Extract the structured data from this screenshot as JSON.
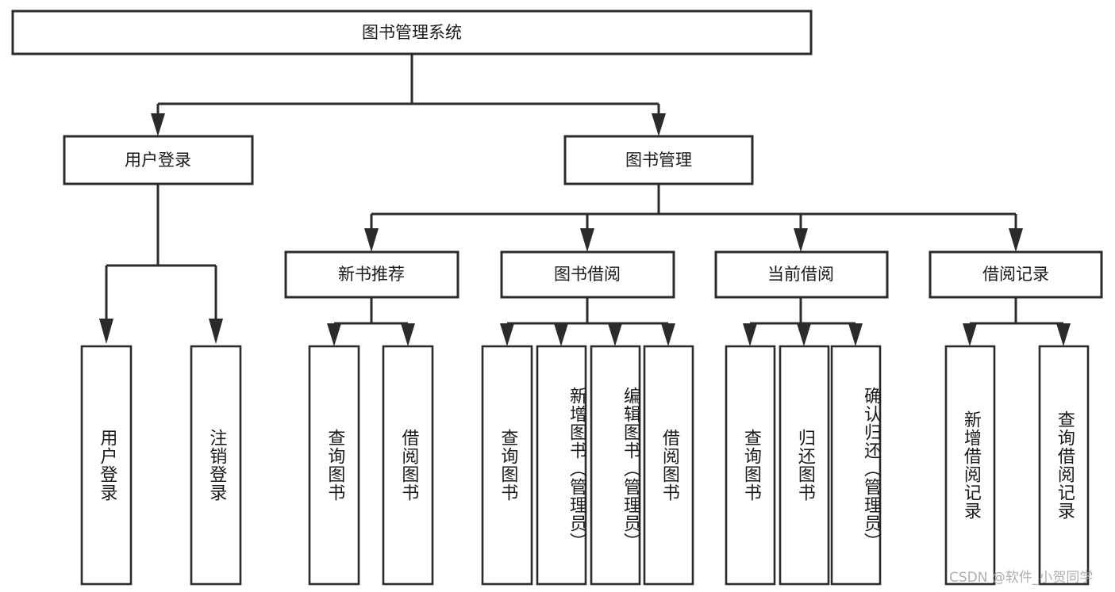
{
  "diagram": {
    "title_node": {
      "label": "图书管理系统"
    },
    "level1": [
      {
        "id": "user-login",
        "label": "用户登录"
      },
      {
        "id": "book-management",
        "label": "图书管理"
      }
    ],
    "level2": [
      {
        "id": "new-book-recommend",
        "label": "新书推荐",
        "parent": "book-management"
      },
      {
        "id": "book-borrow",
        "label": "图书借阅",
        "parent": "book-management"
      },
      {
        "id": "current-borrow",
        "label": "当前借阅",
        "parent": "book-management"
      },
      {
        "id": "borrow-record",
        "label": "借阅记录",
        "parent": "book-management"
      }
    ],
    "leaves": [
      {
        "id": "leaf-user-login",
        "label": "用户登录",
        "parent": "user-login"
      },
      {
        "id": "leaf-logout-login",
        "label": "注销登录",
        "parent": "user-login"
      },
      {
        "id": "leaf-query-book-1",
        "label": "查询图书",
        "parent": "new-book-recommend"
      },
      {
        "id": "leaf-borrow-book-1",
        "label": "借阅图书",
        "parent": "new-book-recommend"
      },
      {
        "id": "leaf-query-book-2",
        "label": "查询图书",
        "parent": "book-borrow"
      },
      {
        "id": "leaf-add-book",
        "label": "新增图书（管理员）",
        "parent": "book-borrow"
      },
      {
        "id": "leaf-edit-book",
        "label": "编辑图书（管理员）",
        "parent": "book-borrow"
      },
      {
        "id": "leaf-borrow-book-2",
        "label": "借阅图书",
        "parent": "book-borrow"
      },
      {
        "id": "leaf-query-book-3",
        "label": "查询图书",
        "parent": "current-borrow"
      },
      {
        "id": "leaf-return-book",
        "label": "归还图书",
        "parent": "current-borrow"
      },
      {
        "id": "leaf-confirm-return",
        "label": "确认归还（管理员）",
        "parent": "current-borrow"
      },
      {
        "id": "leaf-add-record",
        "label": "新增借阅记录",
        "parent": "borrow-record"
      },
      {
        "id": "leaf-query-record",
        "label": "查询借阅记录",
        "parent": "borrow-record"
      }
    ]
  },
  "watermark": {
    "text": "CSDN @软件_小贺同学"
  },
  "colors": {
    "stroke": "#2b2b2b",
    "box_fill": "#ffffff",
    "text": "#1a1a1a",
    "watermark": "#a9a9a9",
    "background": "#ffffff"
  }
}
